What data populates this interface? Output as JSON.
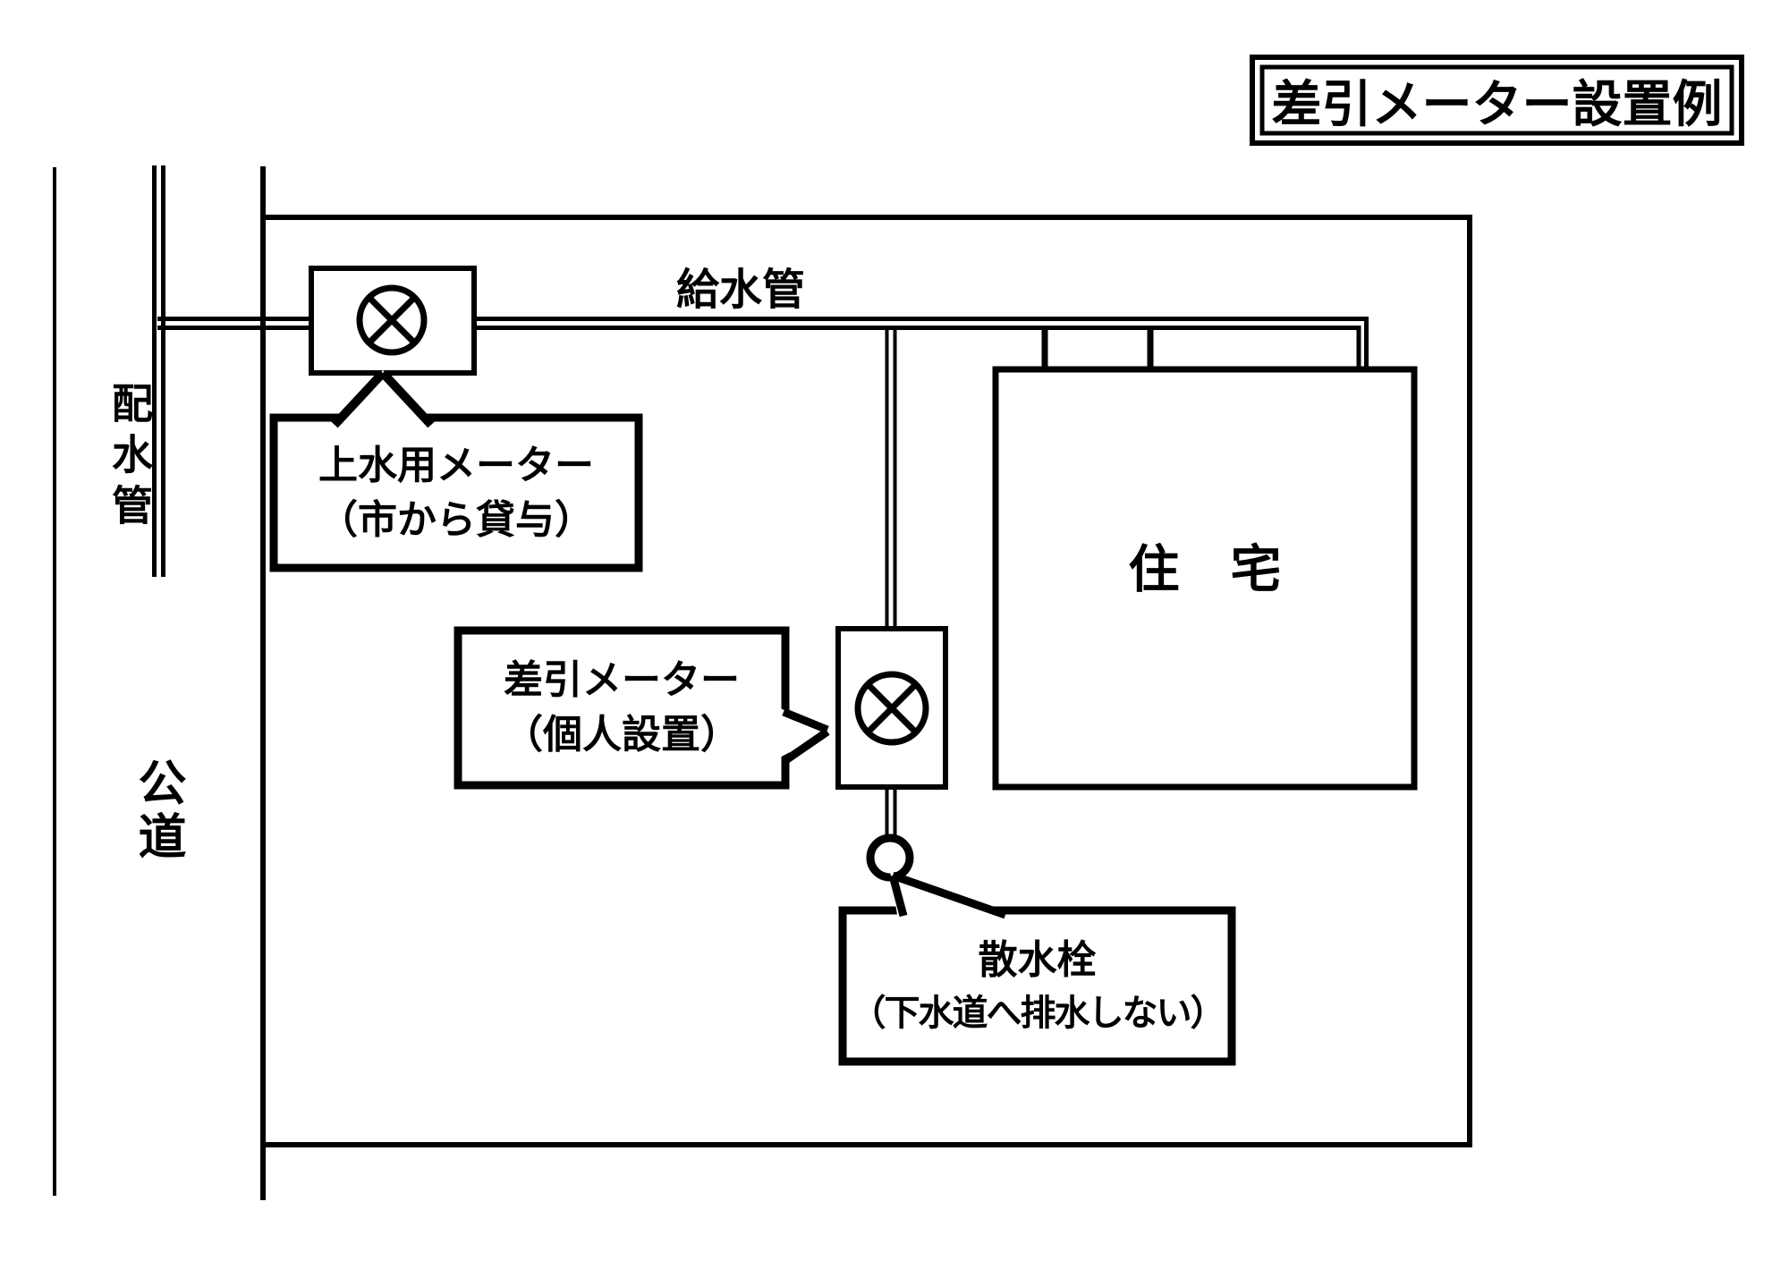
{
  "diagram": {
    "title": "差引メーター設置例",
    "labels": {
      "public_road": "公道",
      "distribution_pipe": "配水管",
      "supply_pipe": "給水管",
      "house": "住　宅"
    },
    "callouts": {
      "city_meter": {
        "line1": "上水用メーター",
        "line2": "（市から貸与）"
      },
      "deduction_meter": {
        "line1": "差引メーター",
        "line2": "（個人設置）"
      },
      "sprinkler_tap": {
        "line1": "散水栓",
        "line2": "（下水道へ排水しない）"
      }
    },
    "colors": {
      "line": "#000000",
      "background": "#ffffff"
    }
  }
}
